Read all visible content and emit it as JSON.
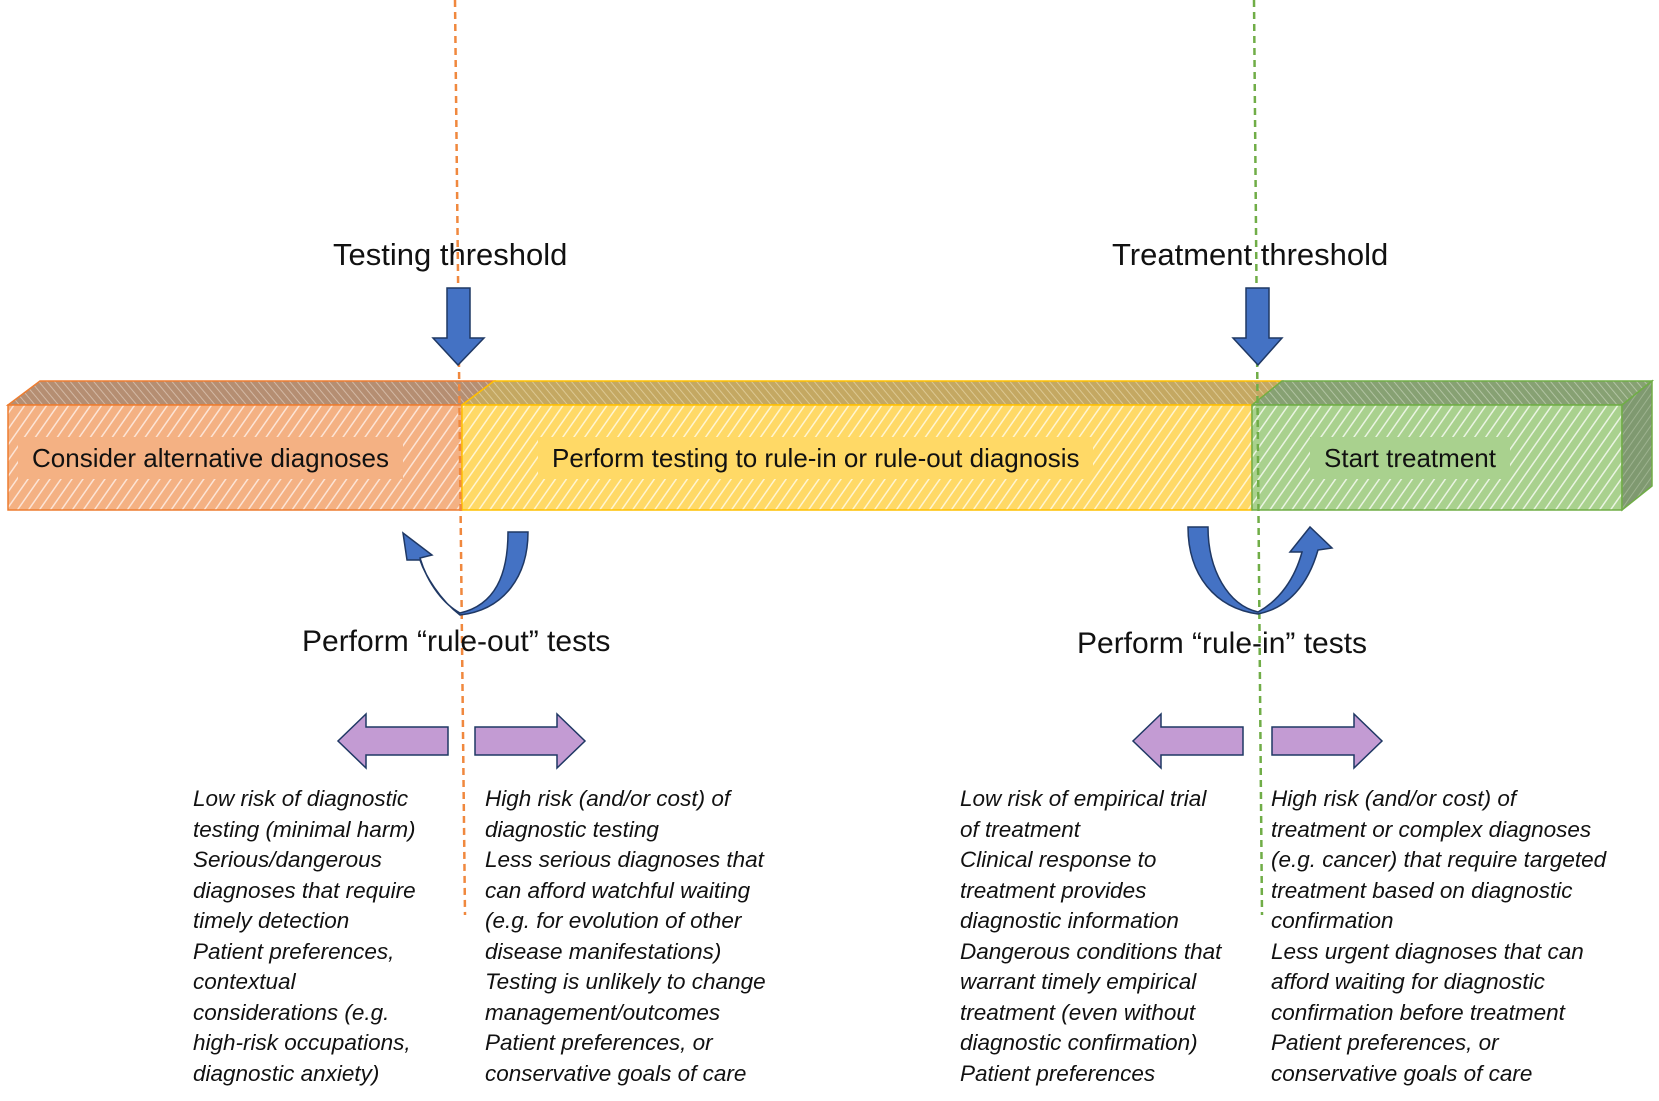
{
  "thresholds": {
    "testing": {
      "label": "Testing threshold",
      "line_color": "#F0883E"
    },
    "treatment": {
      "label": "Treatment threshold",
      "line_color": "#70AD47"
    }
  },
  "bar": {
    "segments": [
      {
        "id": "alternatives",
        "label": "Consider alternative diagnoses",
        "color": "#F4B183",
        "edge": "#ED7D31"
      },
      {
        "id": "testing",
        "label": "Perform testing to rule-in or rule-out diagnosis",
        "color": "#FFD966",
        "edge": "#FFC000"
      },
      {
        "id": "treatment",
        "label": "Start treatment",
        "color": "#A9D18E",
        "edge": "#70AD47"
      }
    ]
  },
  "tests": {
    "rule_out": {
      "label": "Perform “rule-out” tests"
    },
    "rule_in": {
      "label": "Perform “rule-in” tests"
    }
  },
  "factors": {
    "rule_out_left": {
      "direction": "left",
      "lines": [
        "Low risk of diagnostic",
        "testing (minimal harm)",
        "Serious/dangerous",
        "diagnoses that require",
        "timely detection",
        "Patient preferences,",
        "contextual",
        "considerations (e.g.",
        "high-risk occupations,",
        "diagnostic anxiety)"
      ]
    },
    "rule_out_right": {
      "direction": "right",
      "lines": [
        "High risk (and/or cost) of",
        "diagnostic testing",
        "Less serious diagnoses that",
        "can afford watchful waiting",
        "(e.g. for evolution of other",
        "disease manifestations)",
        "Testing is unlikely to change",
        "management/outcomes",
        "Patient preferences, or",
        "conservative goals of care"
      ]
    },
    "rule_in_left": {
      "direction": "left",
      "lines": [
        "Low risk of empirical trial",
        "of treatment",
        "Clinical response to",
        "treatment provides",
        "diagnostic information",
        "Dangerous conditions that",
        "warrant timely empirical",
        "treatment (even without",
        "diagnostic confirmation)",
        "Patient preferences"
      ]
    },
    "rule_in_right": {
      "direction": "right",
      "lines": [
        "High risk (and/or cost) of",
        "treatment or complex diagnoses",
        "(e.g. cancer) that require targeted",
        "treatment based on diagnostic",
        "confirmation",
        "Less urgent diagnoses that can",
        "afford waiting for diagnostic",
        "confirmation before treatment",
        "Patient preferences, or",
        "conservative goals of care"
      ]
    }
  },
  "colors": {
    "blue_arrow": "#4472C4",
    "blue_arrow_dark": "#2F5597",
    "purple_arrow": "#C39BD3",
    "arrow_outline": "#1F3864"
  }
}
